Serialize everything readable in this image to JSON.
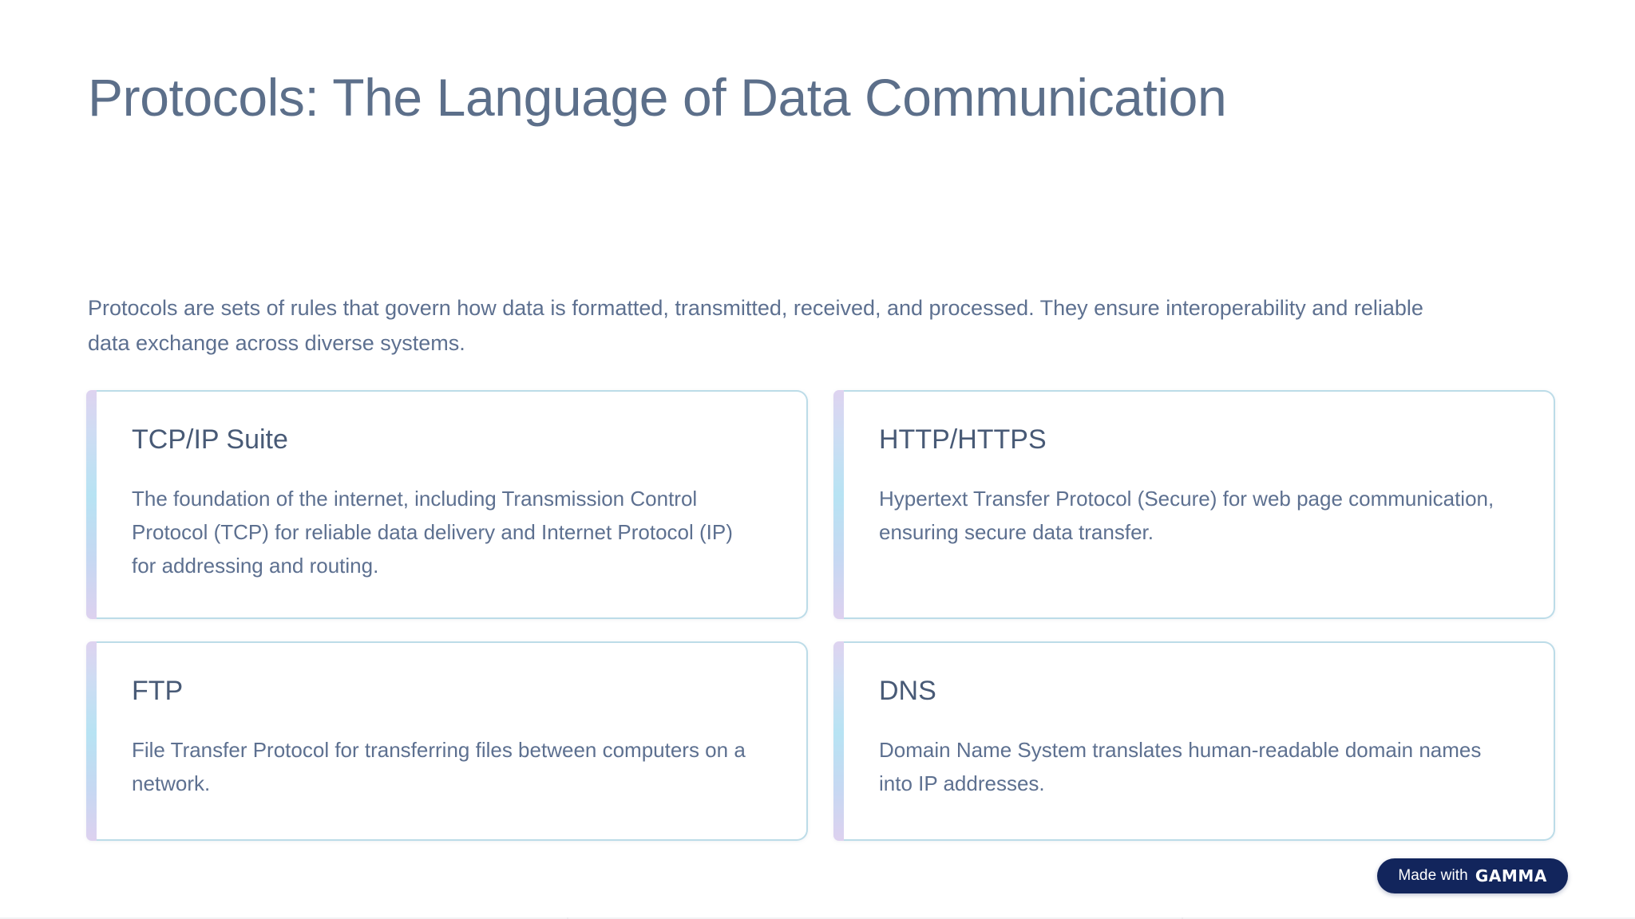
{
  "slide": {
    "title": "Protocols: The Language of Data Communication",
    "intro": "Protocols are sets of rules that govern how data is formatted, transmitted, received, and processed. They ensure interoperability and reliable data exchange across diverse systems."
  },
  "cards": [
    {
      "title": "TCP/IP Suite",
      "body": "The foundation of the internet, including Transmission Control Protocol (TCP) for reliable data delivery and Internet Protocol (IP) for addressing and routing."
    },
    {
      "title": "HTTP/HTTPS",
      "body": "Hypertext Transfer Protocol (Secure) for web page communication, ensuring secure data transfer."
    },
    {
      "title": "FTP",
      "body": "File Transfer Protocol for transferring files between computers on a network."
    },
    {
      "title": "DNS",
      "body": "Domain Name System translates human-readable domain names into IP addresses."
    }
  ],
  "badge": {
    "made_with_label": "Made with",
    "brand": "GAMMA"
  },
  "colors": {
    "title_text": "#5c6f8a",
    "body_text": "#5d7090",
    "card_title_text": "#485a76",
    "card_border": "#bcdce8",
    "accent_top": "#ded3f0",
    "accent_mid": "#b7e3f3",
    "accent_bottom": "#ddd1ef",
    "badge_bg": "#12255c",
    "page_bg": "#ffffff"
  }
}
